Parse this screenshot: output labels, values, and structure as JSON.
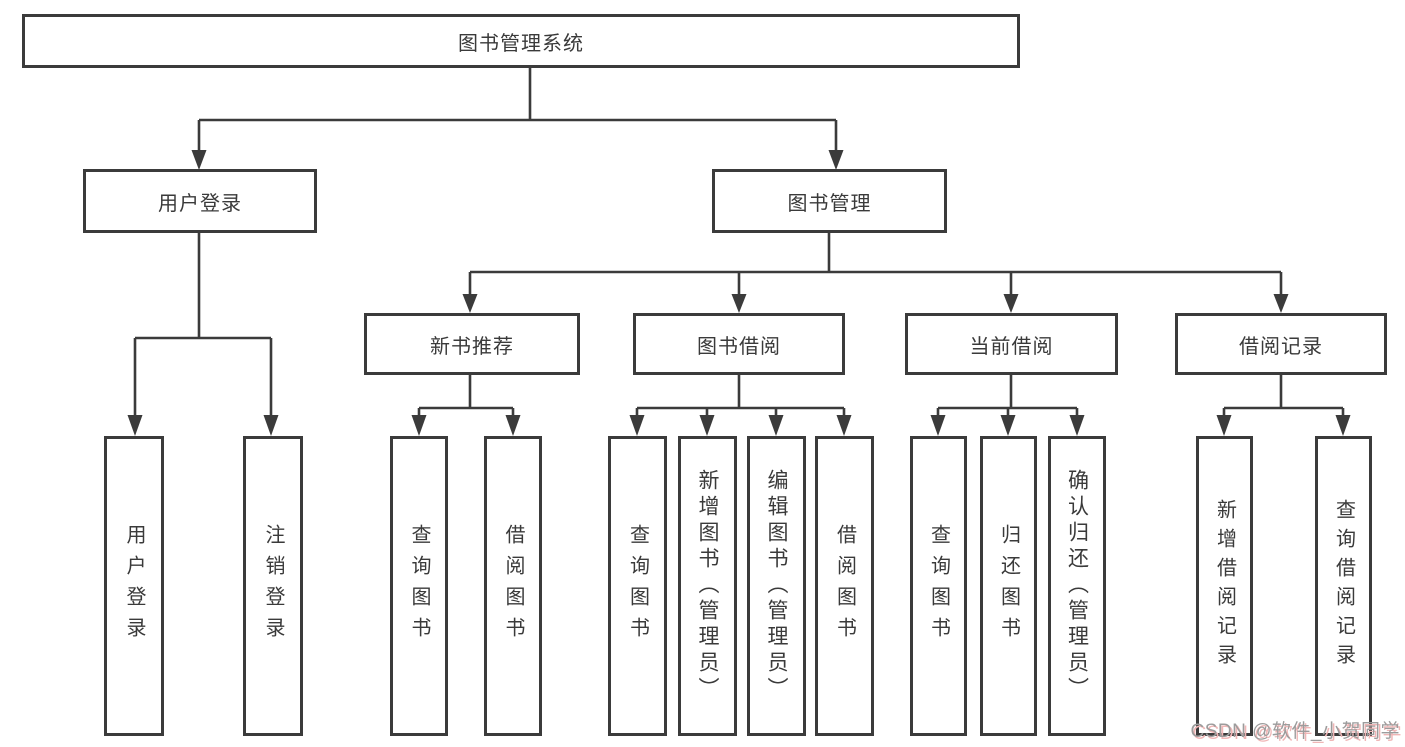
{
  "diagram": {
    "root": "图书管理系统",
    "level2": [
      "用户登录",
      "图书管理"
    ],
    "level3": [
      "新书推荐",
      "图书借阅",
      "当前借阅",
      "借阅记录"
    ],
    "leaves": {
      "user_login": [
        "用户登录",
        "注销登录"
      ],
      "new_books": [
        "查询图书",
        "借阅图书"
      ],
      "book_borrow": [
        "查询图书",
        "新增图书（管理员）",
        "编辑图书（管理员）",
        "借阅图书"
      ],
      "current_borrow": [
        "查询图书",
        "归还图书",
        "确认归还（管理员）"
      ],
      "borrow_records": [
        "新增借阅记录",
        "查询借阅记录"
      ]
    }
  },
  "watermark": "CSDN @软件_小贺同学",
  "colors": {
    "line": "#3b3b3b",
    "text": "#3a3a3a",
    "watermark_gray": "#9c9c9c",
    "watermark_shadow": "#f0b6b6"
  }
}
